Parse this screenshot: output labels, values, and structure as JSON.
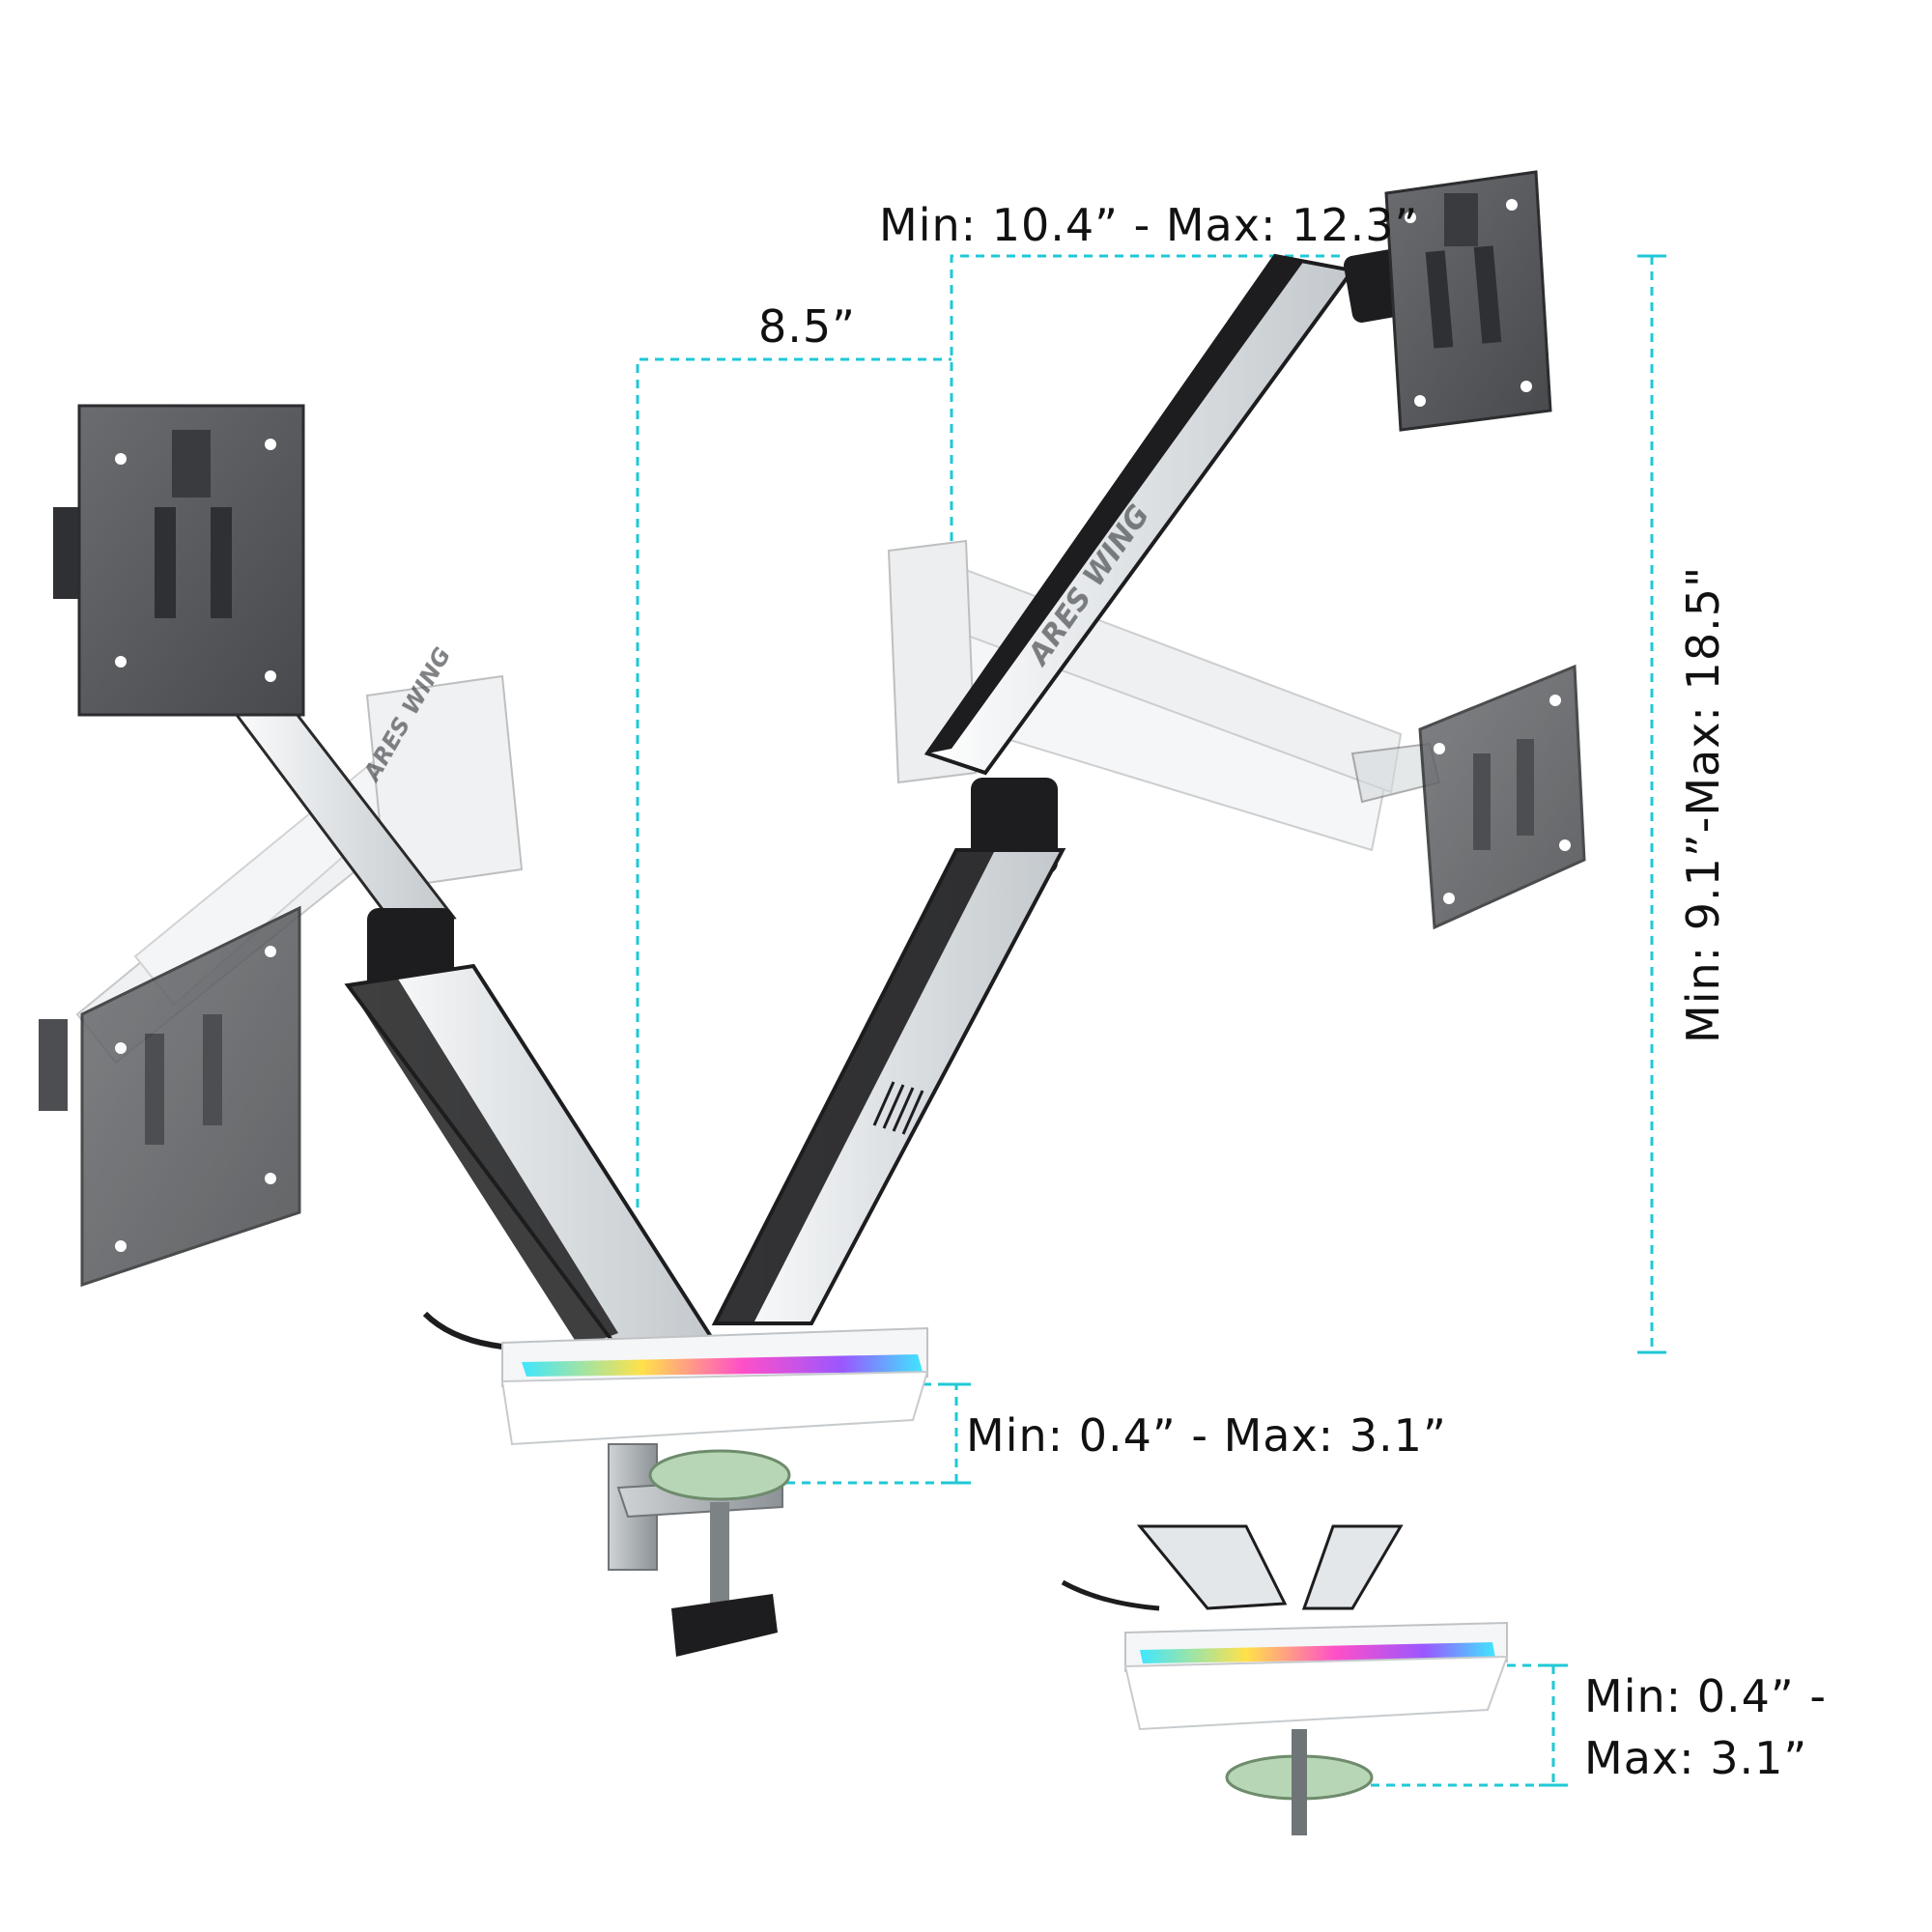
{
  "brand": {
    "product_name": "ARES WING"
  },
  "colors": {
    "dimension_line": "#1fc8d6",
    "arm_white": "#e9ecee",
    "arm_black": "#1d1d1f",
    "plate_gray": "#56585b",
    "rgb_pink": "#ff4fc8",
    "rgb_purple": "#9a57ff",
    "rgb_cyan": "#3fe6ff",
    "rgb_yellow": "#ffe14a"
  },
  "dimensions": {
    "arm_extension": "Min: 10.4”  - Max: 12.3”",
    "arm_offset": "8.5”",
    "height_range": "Min: 9.1”-Max: 18.5\"",
    "clamp_thickness": "Min: 0.4”  - Max: 3.1”",
    "grommet_thickness_line1": "Min: 0.4”  -",
    "grommet_thickness_line2": "Max: 3.1”"
  }
}
